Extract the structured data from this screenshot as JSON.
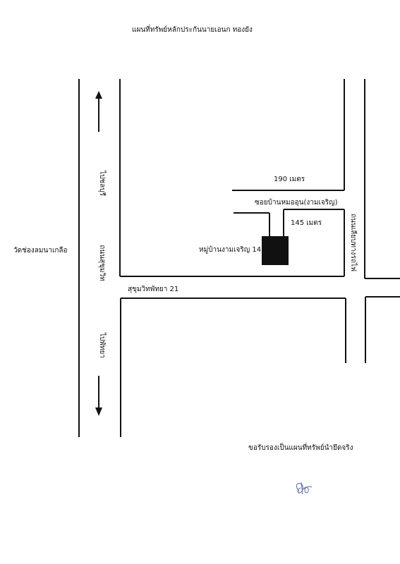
{
  "map": {
    "title": "แผนที่ทรัพย์หลักประกันนายเอนก ทองยัง",
    "labels": {
      "temple": "วัดช่องลมนาเกลือ",
      "to_north": "ไปชลบุรี",
      "main_road": "ถนนสุขุมวิท",
      "to_south": "ไปพัทยา",
      "side_road": "สุขุมวิทพัทยา 21",
      "distance_top": "190 เมตร",
      "soi_name": "ซอยบ้านหมออุน(งามเจริญ)",
      "distance_inner": "145 เมตร",
      "village": "หมู่บ้านงามเจริญ 14",
      "rail_road": "ถนนเลียบทางรถไฟ",
      "certification": "ขอรับรองเป็นแผนที่ทรัพย์นำยึดจริง"
    },
    "icons": {
      "north_arrow": "arrow-up-icon",
      "south_arrow": "arrow-down-icon",
      "property_marker": "filled-square",
      "signature": "handwritten-signature"
    },
    "colors": {
      "ink": "#111111",
      "background": "#ffffff"
    }
  }
}
